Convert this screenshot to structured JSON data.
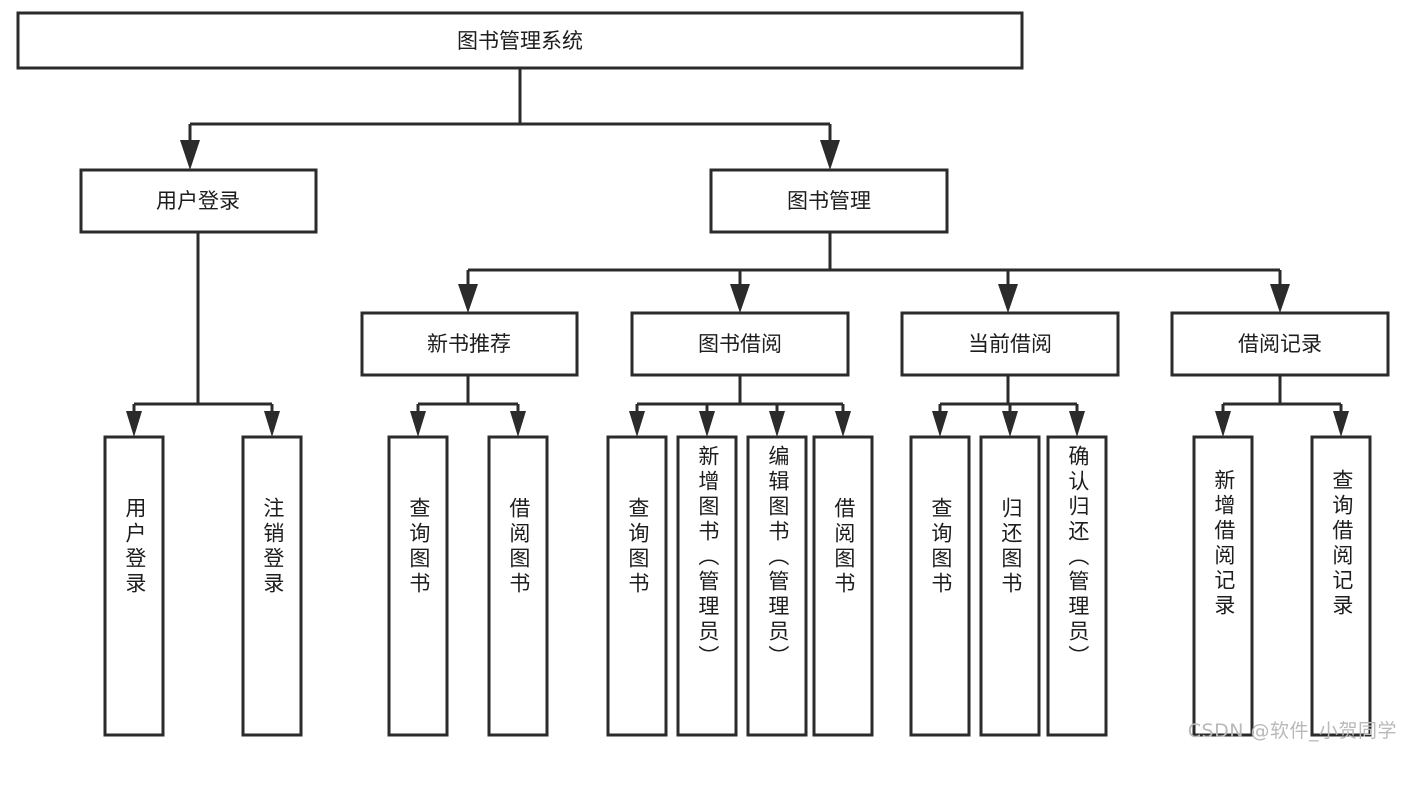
{
  "diagram": {
    "type": "tree-hierarchy",
    "title": "图书管理系统",
    "orientation": "top-down",
    "root": {
      "id": "root",
      "label": "图书管理系统",
      "text_direction": "horizontal"
    },
    "level2": [
      {
        "id": "user-login",
        "label": "用户登录",
        "text_direction": "horizontal"
      },
      {
        "id": "book-management",
        "label": "图书管理",
        "text_direction": "horizontal"
      }
    ],
    "level3": [
      {
        "id": "new-book-recommend",
        "label": "新书推荐",
        "text_direction": "horizontal",
        "parent": "book-management"
      },
      {
        "id": "book-borrow",
        "label": "图书借阅",
        "text_direction": "horizontal",
        "parent": "book-management"
      },
      {
        "id": "current-borrow",
        "label": "当前借阅",
        "text_direction": "horizontal",
        "parent": "book-management"
      },
      {
        "id": "borrow-record",
        "label": "借阅记录",
        "text_direction": "horizontal",
        "parent": "book-management"
      }
    ],
    "leaves": [
      {
        "id": "leaf-user-login",
        "label": "用户登录",
        "parent": "user-login",
        "text_direction": "vertical"
      },
      {
        "id": "leaf-logout",
        "label": "注销登录",
        "parent": "user-login",
        "text_direction": "vertical"
      },
      {
        "id": "leaf-query-book-1",
        "label": "查询图书",
        "parent": "new-book-recommend",
        "text_direction": "vertical"
      },
      {
        "id": "leaf-borrow-book-1",
        "label": "借阅图书",
        "parent": "new-book-recommend",
        "text_direction": "vertical"
      },
      {
        "id": "leaf-query-book-2",
        "label": "查询图书",
        "parent": "book-borrow",
        "text_direction": "vertical"
      },
      {
        "id": "leaf-add-book",
        "label": "新增图书（管理员）",
        "parent": "book-borrow",
        "text_direction": "vertical"
      },
      {
        "id": "leaf-edit-book",
        "label": "编辑图书（管理员）",
        "parent": "book-borrow",
        "text_direction": "vertical"
      },
      {
        "id": "leaf-borrow-book-2",
        "label": "借阅图书",
        "parent": "book-borrow",
        "text_direction": "vertical"
      },
      {
        "id": "leaf-query-book-3",
        "label": "查询图书",
        "parent": "current-borrow",
        "text_direction": "vertical"
      },
      {
        "id": "leaf-return-book",
        "label": "归还图书",
        "parent": "current-borrow",
        "text_direction": "vertical"
      },
      {
        "id": "leaf-confirm-return",
        "label": "确认归还（管理员）",
        "parent": "current-borrow",
        "text_direction": "vertical"
      },
      {
        "id": "leaf-add-record",
        "label": "新增借阅记录",
        "parent": "borrow-record",
        "text_direction": "vertical"
      },
      {
        "id": "leaf-query-record",
        "label": "查询借阅记录",
        "parent": "borrow-record",
        "text_direction": "vertical"
      }
    ],
    "colors": {
      "stroke": "#2b2b2b",
      "fill": "#ffffff",
      "text": "#1d1d1d",
      "watermark": "#b9b9b9"
    }
  },
  "watermark": {
    "text": "CSDN @软件_小贺同学"
  }
}
